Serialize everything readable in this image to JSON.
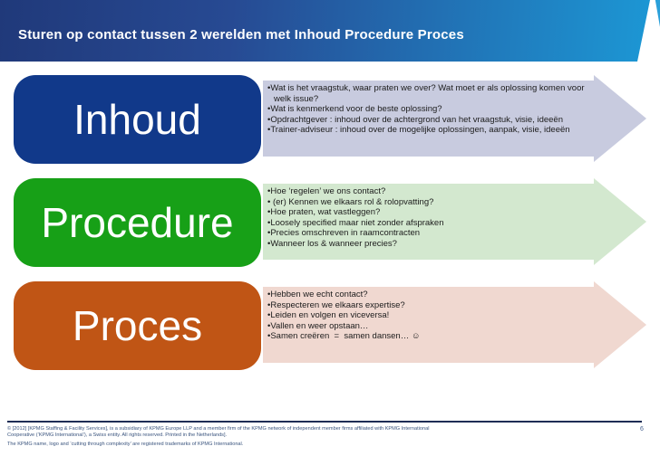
{
  "header": {
    "title": "Sturen op contact tussen 2 werelden met Inhoud Procedure Proces"
  },
  "colors": {
    "header_gradient_left": "#20397a",
    "header_gradient_right": "#1c99d6",
    "inhoud_box": "#11398a",
    "procedure_box": "#17a017",
    "proces_box": "#c05515",
    "inhoud_arrow": "#c8cbdf",
    "procedure_arrow": "#d3e8cf",
    "proces_arrow": "#f0d8d0"
  },
  "rows": [
    {
      "label": "Inhoud",
      "label_color": "#11398a",
      "arrow_color": "#c8cbdf",
      "bullets": [
        "Wat is het vraagstuk, waar praten we over? Wat moet er als oplossing komen voor welk issue?",
        "Wat is kenmerkend voor de beste oplossing?",
        "Opdrachtgever : inhoud over de achtergrond van het vraagstuk, visie, ideeën",
        "Trainer-adviseur : inhoud over de mogelijke oplossingen, aanpak, visie, ideeën"
      ]
    },
    {
      "label": "Procedure",
      "label_color": "#17a017",
      "arrow_color": "#d3e8cf",
      "bullets": [
        "Hoe ‘regelen’ we ons contact?",
        " (er) Kennen we elkaars rol & rolopvatting?",
        "Hoe praten, wat vastleggen?",
        "Loosely specified maar niet zonder afspraken",
        "Precies omschreven in raamcontracten",
        "Wanneer los & wanneer precies?"
      ]
    },
    {
      "label": "Proces",
      "label_color": "#c05515",
      "arrow_color": "#f0d8d0",
      "bullets": [
        "Hebben we echt contact?",
        "Respecteren we elkaars expertise?",
        "Leiden en volgen en viceversa!",
        "Vallen en weer opstaan…",
        "Samen creëren  =  samen dansen… ☺"
      ]
    }
  ],
  "footer": {
    "copyright_line1": "© [2012] [KPMG Staffing & Facility Services], is a subsidiary of KPMG Europe LLP and a member firm of the KPMG network of independent member firms affiliated with KPMG International",
    "copyright_line2": "Cooperative (‘KPMG International’), a Swiss entity. All rights reserved. Printed in the Netherlands].",
    "trademark_line": "The KPMG name, logo and ‘cutting through complexity’ are registered trademarks of KPMG International.",
    "page_number": "6"
  }
}
